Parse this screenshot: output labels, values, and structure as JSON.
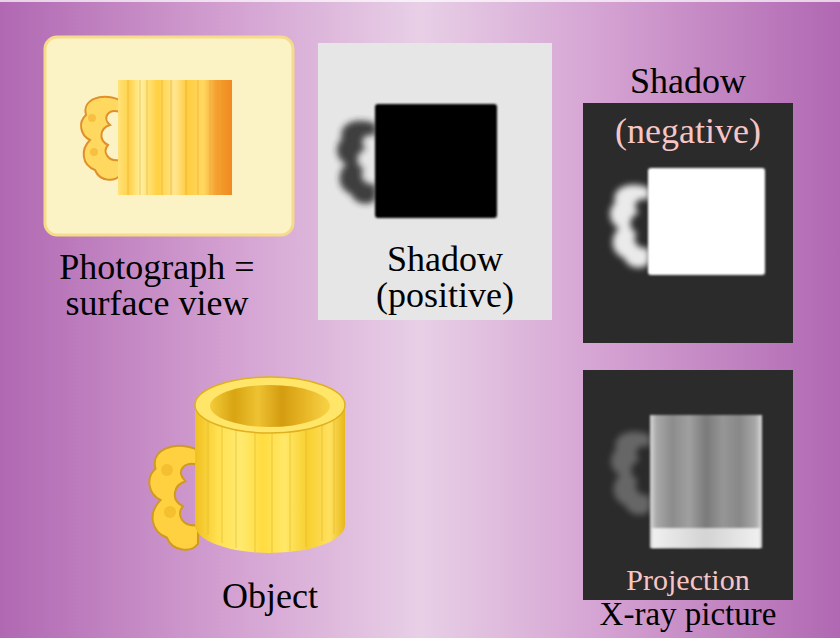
{
  "diagram": {
    "nodes": [
      {
        "text": [
          "Photograph = surface view"
        ]
      },
      {
        "text": [
          "Shadow (positive)"
        ]
      },
      {
        "text": [
          "Shadow",
          "(negative)"
        ]
      },
      {
        "text": [
          "Object"
        ]
      },
      {
        "text": [
          "Projection",
          "X-ray picture"
        ]
      }
    ]
  }
}
